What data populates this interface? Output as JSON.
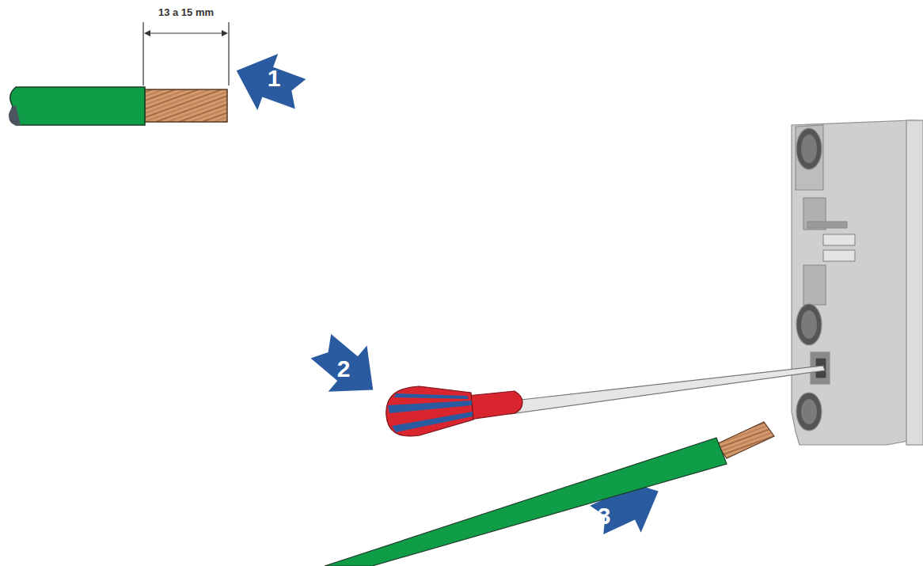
{
  "diagram": {
    "labels": [
      "13 a 15 mm",
      "1",
      "2",
      "3"
    ]
  }
}
